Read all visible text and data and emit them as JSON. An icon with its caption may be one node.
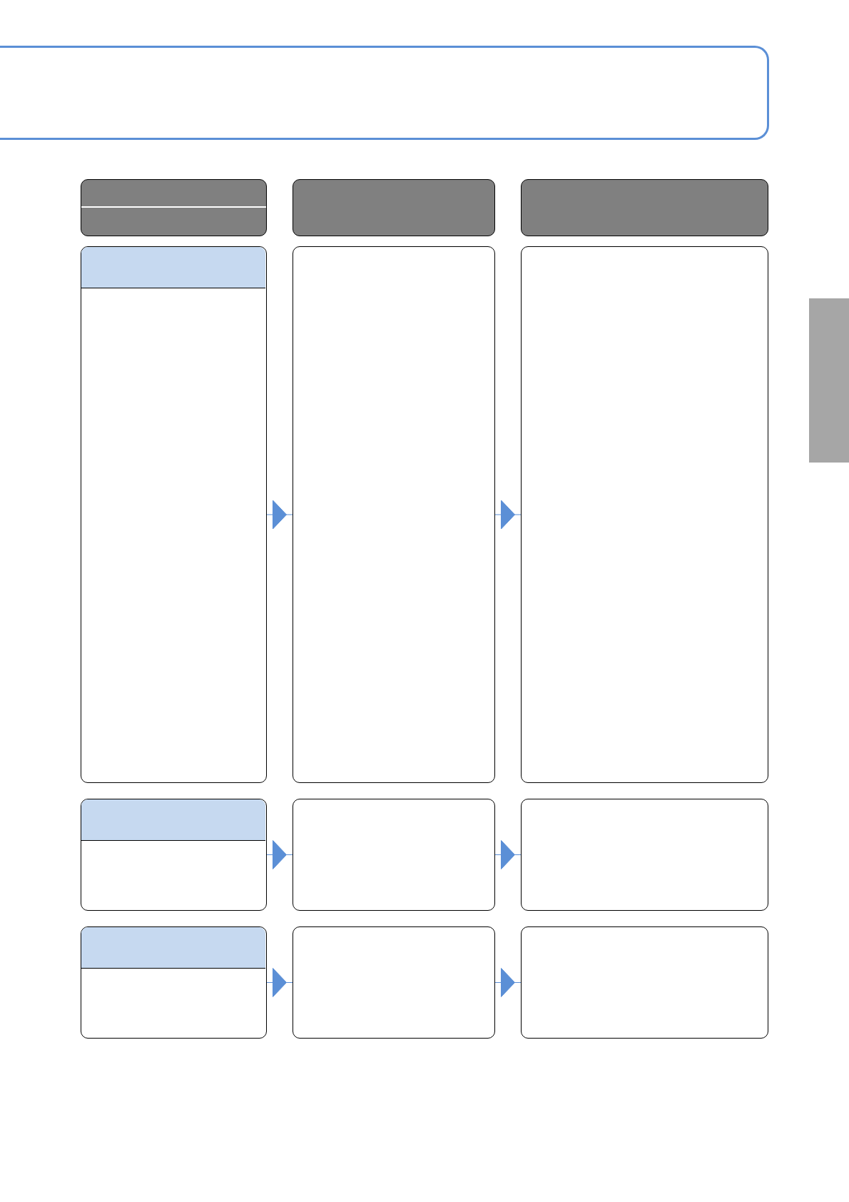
{
  "diagram": {
    "nodes": [
      {
        "text": [],
        "shape": "box"
      },
      {
        "text": [],
        "shape": "box"
      },
      {
        "text": [],
        "shape": "box"
      },
      {
        "text": [],
        "shape": "box"
      },
      {
        "text": [],
        "shape": "box"
      },
      {
        "text": [],
        "shape": "box",
        "in": 4
      },
      {
        "text": [],
        "shape": "box"
      },
      {
        "text": [],
        "shape": "box"
      },
      {
        "text": [],
        "shape": "box"
      },
      {
        "text": [],
        "shape": "box",
        "in": 8
      },
      {
        "text": [],
        "shape": "box"
      },
      {
        "text": [],
        "shape": "box"
      },
      {
        "text": [],
        "shape": "box"
      },
      {
        "text": [],
        "shape": "box",
        "in": 12
      },
      {
        "text": [],
        "shape": "box"
      },
      {
        "text": [],
        "shape": "box"
      }
    ],
    "edges": [
      {
        "from": 4,
        "to": 6,
        "arrow": "to"
      },
      {
        "from": 6,
        "to": 7,
        "arrow": "to"
      },
      {
        "from": 8,
        "to": 10,
        "arrow": "to"
      },
      {
        "from": 10,
        "to": 11,
        "arrow": "to"
      },
      {
        "from": 12,
        "to": 14,
        "arrow": "to"
      },
      {
        "from": 14,
        "to": 15,
        "arrow": "to"
      }
    ]
  }
}
